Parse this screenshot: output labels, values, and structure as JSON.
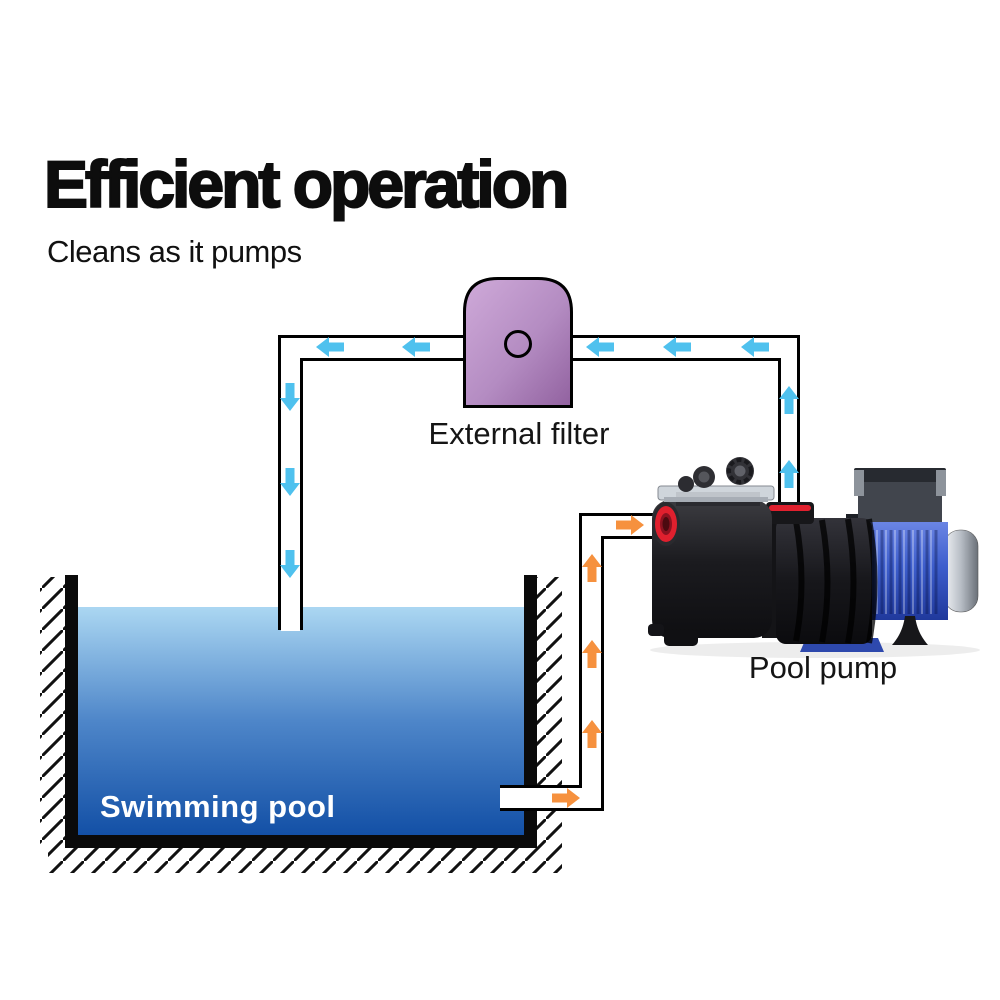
{
  "header": {
    "title": "Efficient operation",
    "subtitle": "Cleans as it pumps"
  },
  "diagram": {
    "filter_label": "External filter",
    "pump_label": "Pool pump",
    "pool_label": "Swimming pool",
    "flow": {
      "return_line_description": "pump to external filter to pool",
      "suction_line_description": "pool to pump",
      "return_arrow_count": 10,
      "suction_arrow_count": 5
    },
    "colors": {
      "return_flow": "#4fc1ee",
      "suction_flow": "#f6913e",
      "pipe_outline": "#000000",
      "filter_top": "#cfaad9",
      "filter_bottom": "#91619f",
      "water_top": "#abd7f2",
      "water_bottom": "#1350a6",
      "wall_black": "#0a0a0a",
      "inlet_red": "#e0202e",
      "motor_blue": "#3d5ecd",
      "label_text": "#151515",
      "pool_label_text": "#ffffff"
    }
  }
}
